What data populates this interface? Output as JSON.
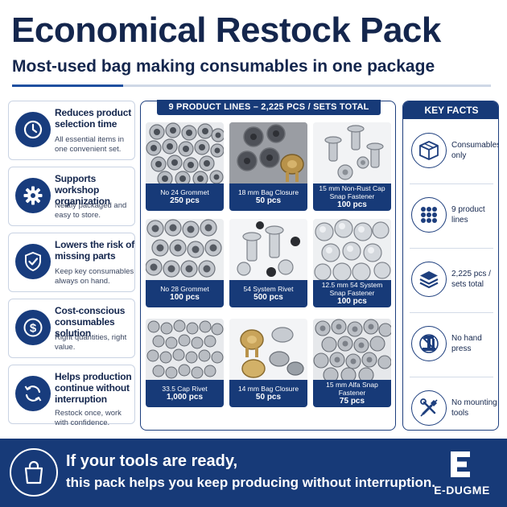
{
  "header": {
    "title": "Economical Restock Pack",
    "subtitle": "Most-used bag making consumables in one package"
  },
  "benefits": [
    {
      "icon": "clock-icon",
      "title": "Reduces product selection time",
      "desc": "All essential items in one convenient set."
    },
    {
      "icon": "gear-icon",
      "title": "Supports workshop organization",
      "desc": "Neatly packaged and easy to store."
    },
    {
      "icon": "shield-check-icon",
      "title": "Lowers the risk of missing parts",
      "desc": "Keep key consumables always on hand."
    },
    {
      "icon": "dollar-coin-icon",
      "title": "Cost-conscious consumables solution",
      "desc": "Right quantities, right value."
    },
    {
      "icon": "refresh-icon",
      "title": "Helps production continue without interruption",
      "desc": "Restock once, work with confidence."
    }
  ],
  "products": {
    "heading": "9 PRODUCT LINES – 2,225 PCS / SETS TOTAL",
    "items": [
      {
        "name": "No 24 Grommet",
        "qty": "250 pcs"
      },
      {
        "name": "18 mm Bag Closure",
        "qty": "50 pcs"
      },
      {
        "name": "15 mm Non-Rust Cap Snap Fastener",
        "qty": "100 pcs"
      },
      {
        "name": "No 28 Grommet",
        "qty": "100 pcs"
      },
      {
        "name": "54 System Rivet",
        "qty": "500 pcs"
      },
      {
        "name": "12.5 mm 54 System Snap Fastener",
        "qty": "100 pcs"
      },
      {
        "name": "33.5 Cap Rivet",
        "qty": "1,000 pcs"
      },
      {
        "name": "14 mm Bag Closure",
        "qty": "50 pcs"
      },
      {
        "name": "15 mm Alfa Snap Fastener",
        "qty": "75 pcs"
      }
    ]
  },
  "key_facts": {
    "heading": "KEY FACTS",
    "items": [
      {
        "icon": "box-icon",
        "text": "Consumables only"
      },
      {
        "icon": "dots-grid-icon",
        "text": "9 product lines"
      },
      {
        "icon": "layers-icon",
        "text": "2,225 pcs / sets total"
      },
      {
        "icon": "no-press-icon",
        "text": "No hand press"
      },
      {
        "icon": "no-tools-icon",
        "text": "No mounting tools"
      }
    ]
  },
  "footer": {
    "line1": "If your tools are ready,",
    "line2": "this pack helps you keep producing without interruption.",
    "brand": "E-DUGME",
    "bag_icon": "shopping-bag-icon"
  },
  "colors": {
    "navy": "#173a78",
    "title": "#14264d",
    "accent_rule": "#1f4fa0",
    "border": "#c9d3e3"
  }
}
